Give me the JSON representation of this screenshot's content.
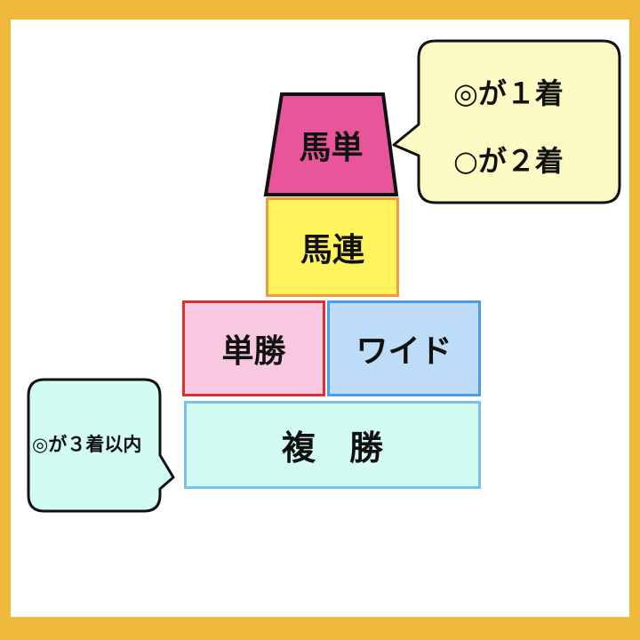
{
  "diagram": {
    "tiers": {
      "umatan": {
        "label": "馬単",
        "fill": "#e8559a",
        "border": "#111111"
      },
      "umaren": {
        "label": "馬連",
        "fill": "#fff45c",
        "border": "#ef9b3a"
      },
      "tansho": {
        "label": "単勝",
        "fill": "#f7c8e0",
        "border": "#d9322a"
      },
      "wide": {
        "label": "ワイド",
        "fill": "#bcdcf7",
        "border": "#4a9ce8"
      },
      "fukusho": {
        "label": "複　勝",
        "fill": "#d2fbf4",
        "border": "#78c0f0"
      }
    },
    "callouts": {
      "top": {
        "lines": [
          "◎が１着",
          "○が２着"
        ],
        "fill": "#fdfbc4"
      },
      "bottom": {
        "lines": [
          "◎が３着以内"
        ],
        "fill": "#d2fbf4"
      }
    }
  },
  "colors": {
    "frame": "#efb93c",
    "background": "#ffffff"
  }
}
